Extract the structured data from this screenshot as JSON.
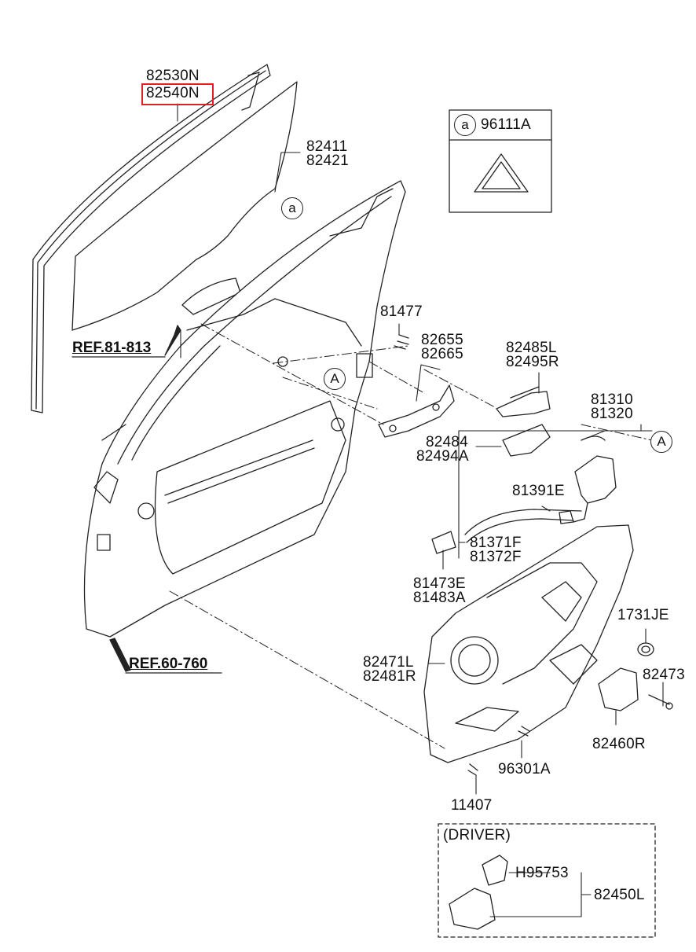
{
  "labels": {
    "p82530N": "82530N",
    "p82540N": "82540N",
    "p82411": "82411",
    "p82421": "82421",
    "ref81813": "REF.81-813",
    "ref60760": "REF.60-760",
    "p81477": "81477",
    "p82655": "82655",
    "p82665": "82665",
    "p82485L": "82485L",
    "p82495R": "82495R",
    "p81310": "81310",
    "p81320": "81320",
    "p82484": "82484",
    "p82494A": "82494A",
    "p81391E": "81391E",
    "p81371F": "81371F",
    "p81372F": "81372F",
    "p81473E": "81473E",
    "p81483A": "81483A",
    "p1731JE": "1731JE",
    "p82471L": "82471L",
    "p82481R": "82481R",
    "p82473": "82473",
    "p82460R": "82460R",
    "p96301A": "96301A",
    "p11407": "11407",
    "driver": "(DRIVER)",
    "pH95753": "H95753",
    "p82450L": "82450L",
    "inset_part": "96111A"
  },
  "markers": {
    "small_a": "a",
    "big_A": "A"
  },
  "highlight": {
    "part": "82540N",
    "color": "#e02020"
  }
}
